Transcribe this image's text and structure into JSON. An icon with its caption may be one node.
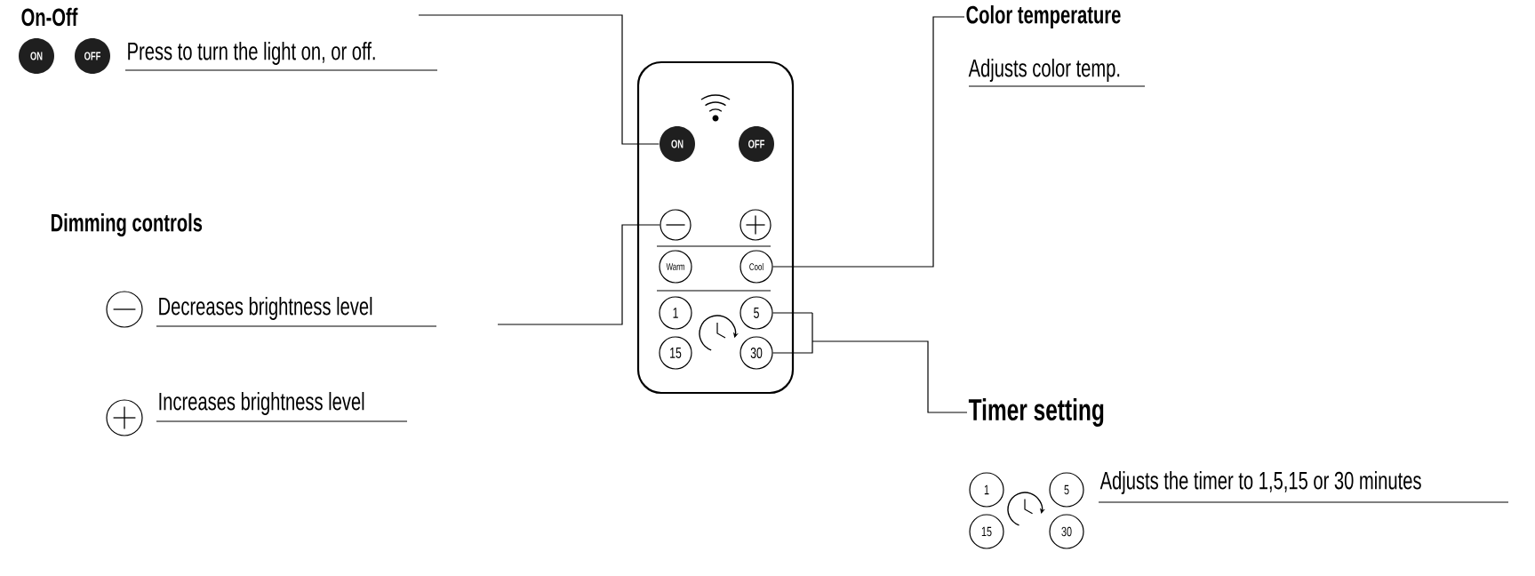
{
  "diagram": {
    "nodes": [
      {
        "text": [
          "ON"
        ]
      },
      {
        "text": [
          "OFF"
        ]
      },
      {
        "text": [
          "Color temperature"
        ]
      },
      {
        "text": [],
        "shape": "box"
      },
      {
        "text": [
          "ON"
        ],
        "in": 3
      },
      {
        "text": [
          "OFF"
        ],
        "in": 3
      },
      {
        "text": [],
        "shape": "circle",
        "in": 3
      },
      {
        "text": [],
        "shape": "circle",
        "in": 3
      },
      {
        "text": [
          "Warm"
        ],
        "in": 3
      },
      {
        "text": [
          "Cool"
        ],
        "in": 3
      },
      {
        "text": [
          "1"
        ],
        "in": 3
      },
      {
        "text": [
          "5"
        ],
        "in": 3
      },
      {
        "text": [
          "15"
        ],
        "in": 3
      },
      {
        "text": [
          "30"
        ],
        "in": 3
      },
      {
        "text": [
          "Timer setting"
        ]
      },
      {
        "text": [
          "1"
        ]
      },
      {
        "text": [
          "5"
        ]
      },
      {
        "text": [
          "15"
        ]
      },
      {
        "text": [
          "30"
        ]
      }
    ],
    "edges": [
      {
        "from": null,
        "to": 4,
        "arrow": "none"
      },
      {
        "from": null,
        "to": 6,
        "arrow": "none"
      },
      {
        "from": 2,
        "to": 9,
        "arrow": "none"
      },
      {
        "from": 14,
        "to": 11,
        "arrow": "none"
      },
      {
        "from": 14,
        "to": 13,
        "arrow": "none"
      }
    ],
    "labels": [
      "On-Off",
      "Press to turn the light on, or off.",
      "Adjusts color temp.",
      "Dimming controls",
      "Decreases brightness level",
      "Increases brightness level",
      "Adjusts the timer to 1,5,15 or 30 minutes"
    ]
  }
}
